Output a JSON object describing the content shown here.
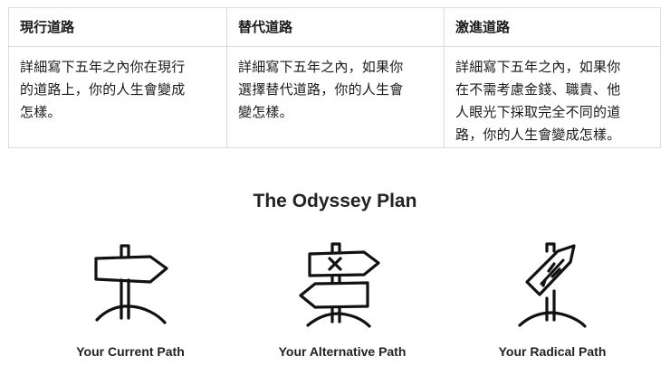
{
  "table": {
    "columns": [
      {
        "header": "現行道路",
        "body": [
          "詳細寫下五年之內你在現行",
          "的道路上，你的人生會變成",
          "怎樣。"
        ]
      },
      {
        "header": "替代道路",
        "body": [
          "詳細寫下五年之內，如果你",
          "選擇替代道路，你的人生會",
          "變怎樣。"
        ]
      },
      {
        "header": "激進道路",
        "body": [
          "詳細寫下五年之內，如果你",
          "在不需考慮金錢、職責、他",
          "人眼光下採取完全不同的道",
          "路，你的人生會變成怎樣。"
        ]
      }
    ]
  },
  "figure": {
    "title": "The Odyssey Plan",
    "paths": [
      {
        "label": "Your Current Path",
        "icon": "single-signpost-icon"
      },
      {
        "label": "Your Alternative Path",
        "icon": "double-signpost-icon"
      },
      {
        "label": "Your Radical Path",
        "icon": "tilted-signpost-icon"
      }
    ]
  }
}
